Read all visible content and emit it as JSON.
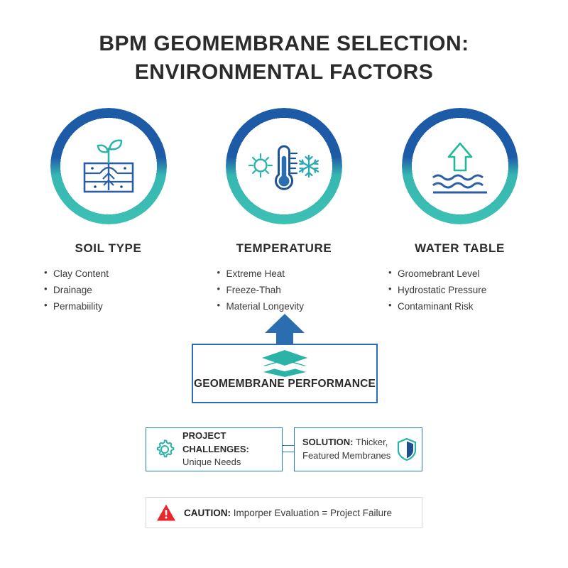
{
  "title": {
    "line1": "BPM  GEOMEMBRANE SELECTION:",
    "line2": "ENVIRONMENTAL FACTORS"
  },
  "colors": {
    "ring_top": "#1d5ba6",
    "ring_bottom": "#3dc0b4",
    "brand_blue": "#2a6db0",
    "brand_teal": "#2bb3a8",
    "caution_red": "#e8262b",
    "text_dark": "#2b2b2b",
    "text_body": "#3a3a3a"
  },
  "factors": [
    {
      "id": "soil-type",
      "icon": "soil-sprout-icon",
      "title": "SOIL TYPE",
      "bullets": [
        "Clay Content",
        "Drainage",
        "Permabiility"
      ]
    },
    {
      "id": "temperature",
      "icon": "thermometer-sun-snowflake-icon",
      "title": "TEMPERATURE",
      "bullets": [
        "Extreme Heat",
        "Freeze-Thah",
        "Material Longevity"
      ]
    },
    {
      "id": "water-table",
      "icon": "water-waves-arrow-icon",
      "title": "WATER TABLE",
      "bullets": [
        "Groomebrant Level",
        "Hydrostatic Pressure",
        "Contaminant Risk"
      ]
    }
  ],
  "performance": {
    "icon": "layered-membrane-icon",
    "arrow_icon": "arrow-up-icon",
    "label": "GEOMEMBRANE PERFORMANCE"
  },
  "challenge": {
    "icon": "gear-icon",
    "heading": "PROJECT CHALLENGES:",
    "body": "Unique Needs"
  },
  "solution": {
    "icon": "shield-icon",
    "heading": "SOLUTION:",
    "body_line1": " Thicker,",
    "body_line2": "Featured Membranes"
  },
  "caution": {
    "icon": "warning-triangle-icon",
    "heading": "CAUTION:",
    "body": " Imporper Evaluation = Project Failure"
  }
}
